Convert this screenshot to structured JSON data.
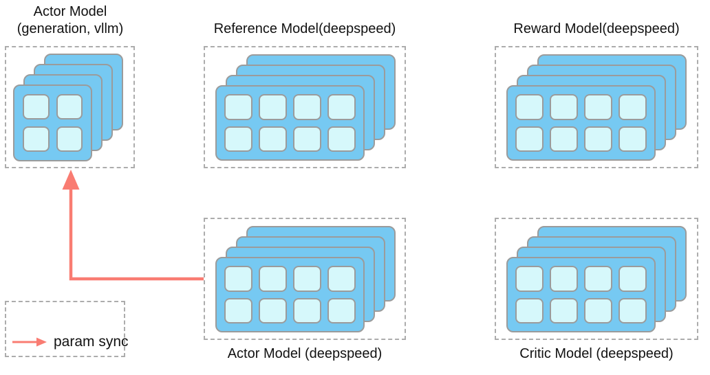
{
  "colors": {
    "card": "#76C9F2",
    "cell": "#D6F8FB",
    "card_border": "#9B9B9B",
    "dashed_border": "#ACACAC",
    "arrow": "#F97C72",
    "text": "#111111"
  },
  "models": {
    "actor_vllm": {
      "title_line1": "Actor Model",
      "title_line2": "(generation, vllm)",
      "cards": 4,
      "grid_cols": 2,
      "grid_rows": 2
    },
    "reference": {
      "title": "Reference Model(deepspeed)",
      "cards": 4,
      "grid_cols": 4,
      "grid_rows": 2
    },
    "reward": {
      "title": "Reward Model(deepspeed)",
      "cards": 4,
      "grid_cols": 4,
      "grid_rows": 2
    },
    "actor_ds": {
      "label": "Actor Model (deepspeed)",
      "cards": 4,
      "grid_cols": 4,
      "grid_rows": 2
    },
    "critic": {
      "label": "Critic Model (deepspeed)",
      "cards": 4,
      "grid_cols": 4,
      "grid_rows": 2
    }
  },
  "legend": {
    "label": "param sync"
  }
}
